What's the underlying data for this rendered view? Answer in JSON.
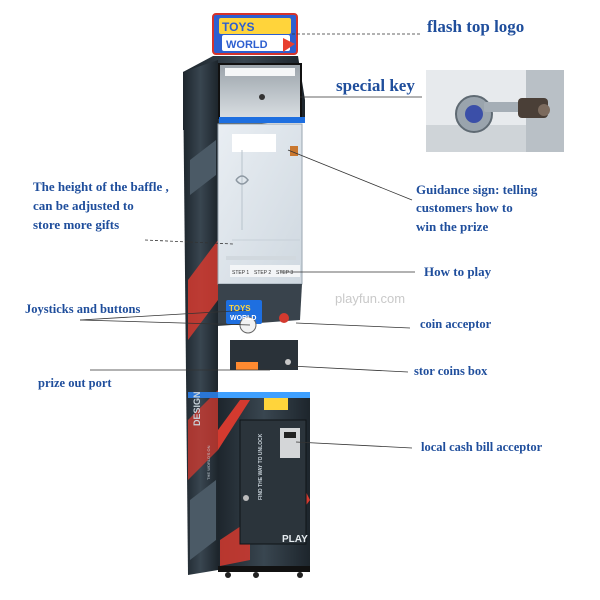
{
  "labels": {
    "flash_top_logo": "flash top logo",
    "special_key": "special key",
    "baffle_line1": "The height of the baffle ,",
    "baffle_line2": "can be adjusted to",
    "baffle_line3": "store more gifts",
    "guidance_line1": "Guidance sign:  telling",
    "guidance_line2": "customers how to",
    "guidance_line3": "win the prize",
    "how_to_play": "How to play",
    "joysticks": "Joysticks and buttons",
    "coin_acceptor": "coin acceptor",
    "prize_out_port": "prize out port",
    "stor_coins_box": "stor coins box",
    "cash_bill": "local  cash bill acceptor"
  },
  "watermark": "playfun.com",
  "machine": {
    "logo_line1": "TOYS",
    "logo_line2": "WORLD",
    "panel_logo_line1": "TOYS",
    "panel_logo_line2": "WORLD",
    "steps": [
      "STEP 1",
      "STEP 2",
      "STEP 3"
    ],
    "side_text": "DESIGN",
    "door_text": "FIND THE WAY TO UNLOCK",
    "play_text": "PLAY",
    "side_small": "THE WORLD'S ON"
  },
  "colors": {
    "label": "#1f4e9c",
    "cabinet_dark": "#2f3a44",
    "accent_red": "#d43a2f",
    "accent_blue": "#1e6fe0",
    "glow": "#3fa0ff"
  }
}
